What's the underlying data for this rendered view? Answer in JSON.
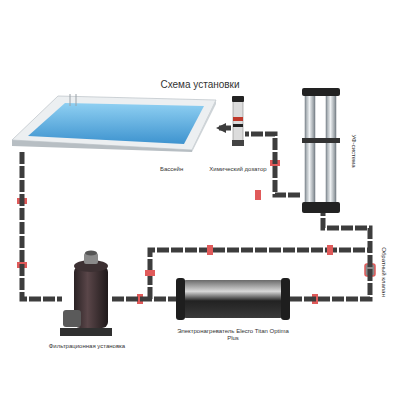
{
  "diagram": {
    "title": "Схема установки",
    "nodes": [
      {
        "text": [
          "Бассейн"
        ]
      },
      {
        "text": [
          "Химический дозатор"
        ]
      },
      {
        "text": [
          "УФ-система"
        ]
      },
      {
        "text": [
          "Фильтрационная установка"
        ]
      },
      {
        "text": [
          "Электронагреватель Elecro Titan Optima Plus"
        ]
      }
    ],
    "edges": [
      {
        "from": 0,
        "to": 3,
        "arrow": "none"
      },
      {
        "from": 3,
        "to": 4,
        "arrow": "none"
      },
      {
        "from": 4,
        "to": 2,
        "arrow": "none"
      },
      {
        "from": 2,
        "to": 1,
        "arrow": "none"
      },
      {
        "from": 1,
        "to": 0,
        "arrow": "to"
      }
    ],
    "labels": [
      "Обратный клапан"
    ]
  }
}
